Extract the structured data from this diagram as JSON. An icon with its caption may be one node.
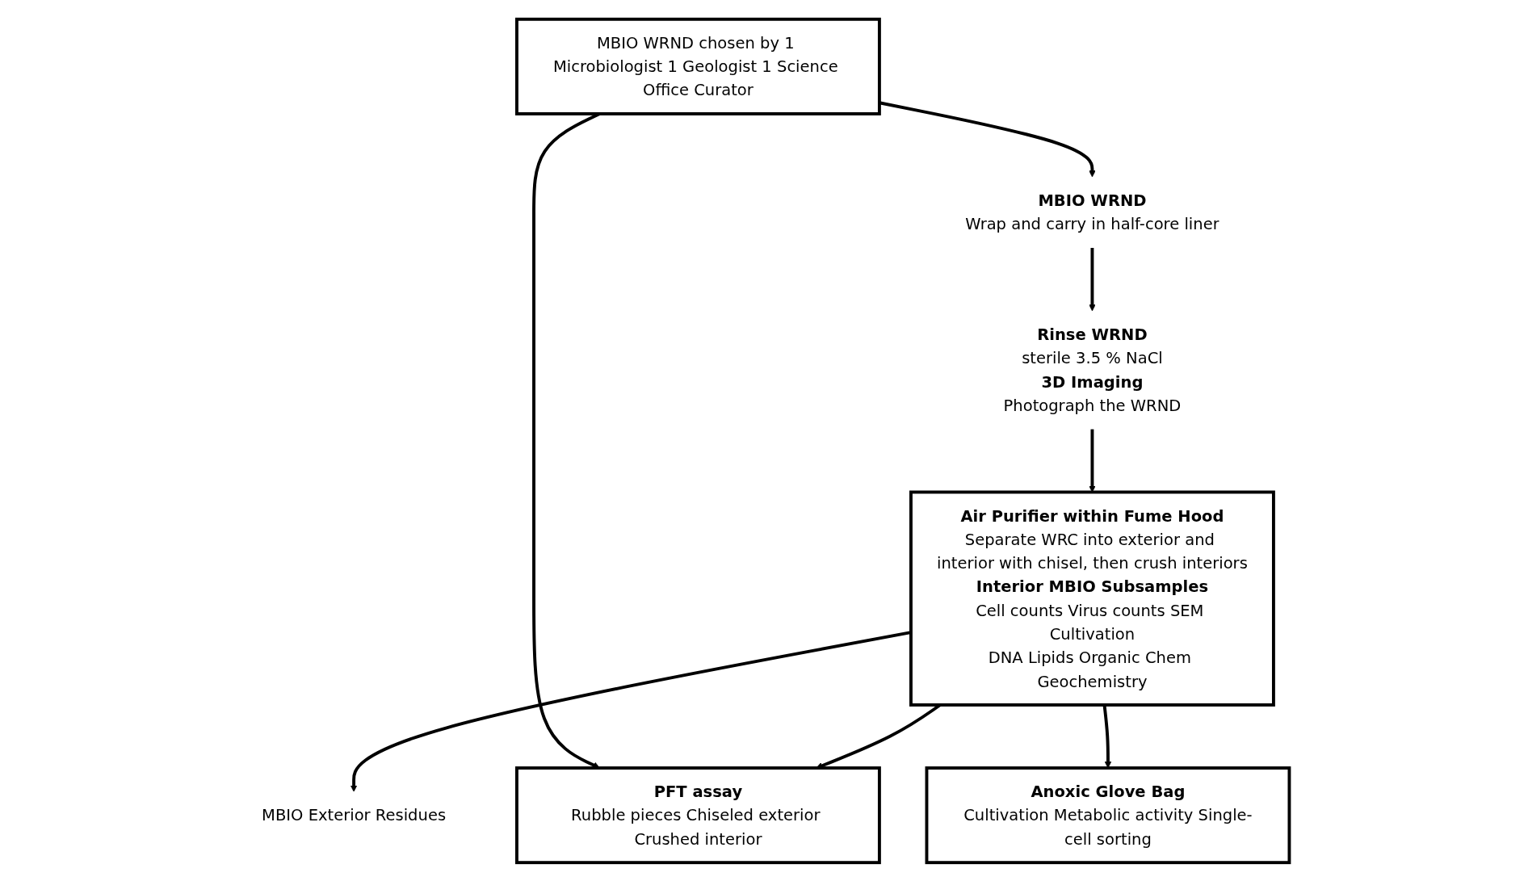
{
  "diagram": {
    "nodes": [
      {
        "text": [
          "MBIO WRND chosen by 1 Microbiologist 1 Geologist 1 Science Office Curator"
        ]
      },
      {
        "text": [
          "MBIO WRND",
          "Wrap and carry in half-core liner"
        ]
      },
      {
        "text": [
          "Rinse WRND",
          "sterile 3.5 % NaCl",
          "3D Imaging",
          "Photograph the WRND"
        ]
      },
      {
        "text": [
          "PFT assay",
          "Rubble pieces Chiseled exterior Crushed interior"
        ]
      },
      {
        "text": [
          "MBIO Exterior Residues"
        ]
      },
      {
        "text": [
          "Air Purifier within Fume Hood",
          "Separate WRC into exterior and interior with chisel, then crush interiors",
          "Interior MBIO Subsamples",
          "Cell counts Virus counts SEM Cultivation",
          "DNA Lipids Organic Chem Geochemistry"
        ]
      },
      {
        "text": [
          "Anoxic Glove Bag",
          "Cultivation Metabolic activity Single-cell sorting"
        ]
      }
    ],
    "edges": [
      {
        "from": 0,
        "to": 1,
        "arrow": "to"
      },
      {
        "from": 1,
        "to": 2,
        "arrow": "to"
      },
      {
        "from": 0,
        "to": 3,
        "arrow": "to"
      },
      {
        "from": 2,
        "to": 5,
        "arrow": "to"
      },
      {
        "from": 5,
        "to": 4,
        "arrow": "to"
      },
      {
        "from": 5,
        "to": 3,
        "arrow": "to"
      },
      {
        "from": 5,
        "to": 6,
        "arrow": "to"
      }
    ]
  }
}
